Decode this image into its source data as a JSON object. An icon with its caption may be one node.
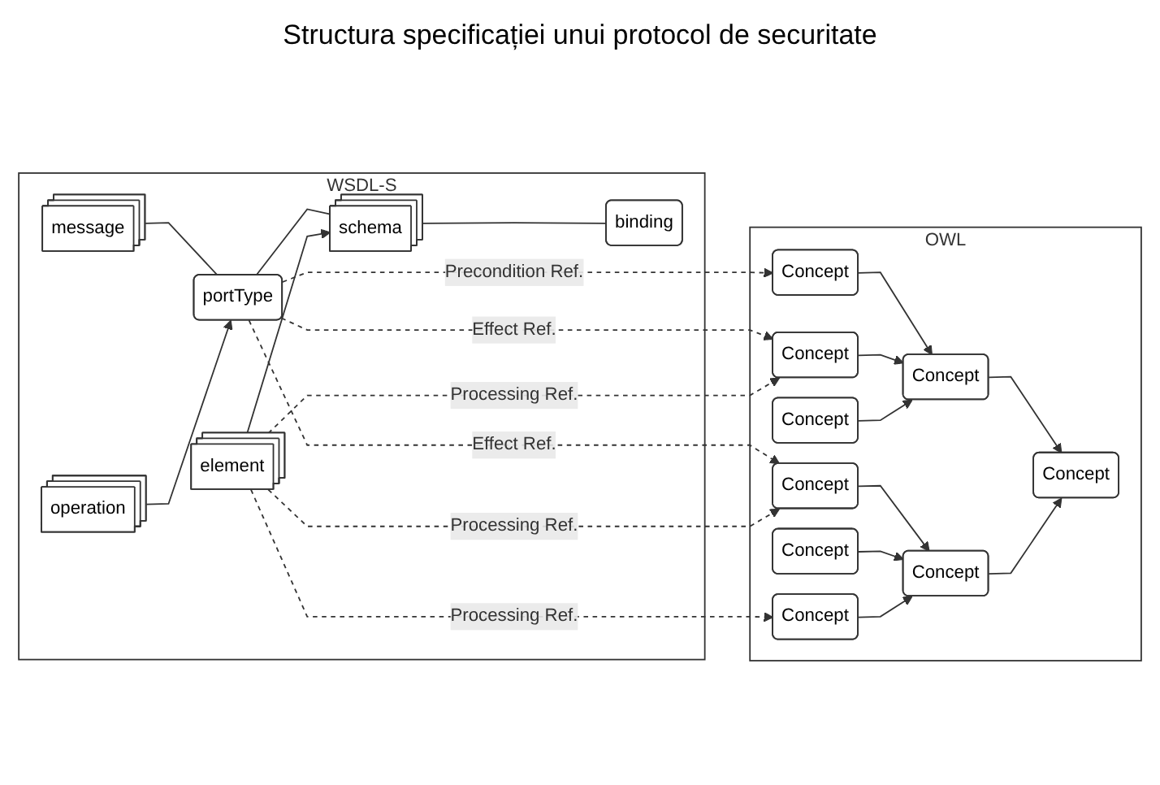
{
  "diagram": {
    "title": "Structura specificației unui protocol de securitate",
    "nodes": [
      {
        "text": [
          "WSDL-S"
        ]
      },
      {
        "text": [
          "message"
        ],
        "in": 0
      },
      {
        "text": [
          "portType"
        ],
        "in": 0
      },
      {
        "text": [
          "operation"
        ],
        "in": 0
      },
      {
        "text": [
          "schema"
        ],
        "in": 0
      },
      {
        "text": [
          "element"
        ],
        "in": 0
      },
      {
        "text": [
          "binding"
        ],
        "in": 0
      },
      {
        "text": [
          "OWL"
        ]
      },
      {
        "text": [
          "Concept"
        ],
        "in": 7
      },
      {
        "text": [
          "Concept"
        ],
        "in": 7
      },
      {
        "text": [
          "Concept"
        ],
        "in": 7
      },
      {
        "text": [
          "Concept"
        ],
        "in": 7
      },
      {
        "text": [
          "Concept"
        ],
        "in": 7
      },
      {
        "text": [
          "Concept"
        ],
        "in": 7
      },
      {
        "text": [
          "Concept"
        ],
        "in": 7
      },
      {
        "text": [
          "Concept"
        ],
        "in": 7
      },
      {
        "text": [
          "Concept"
        ],
        "in": 7
      }
    ],
    "edges": [
      {
        "from": 1,
        "to": 2,
        "arrow": "none"
      },
      {
        "from": 2,
        "to": 4,
        "arrow": "none"
      },
      {
        "from": 4,
        "to": 6,
        "arrow": "none"
      },
      {
        "from": 3,
        "to": 2,
        "arrow": "to"
      },
      {
        "from": 5,
        "to": 4,
        "arrow": "to"
      },
      {
        "from": 2,
        "to": 8,
        "arrow": "to",
        "label": "Precondition Ref.",
        "style": "dashed"
      },
      {
        "from": 2,
        "to": 9,
        "arrow": "to",
        "label": "Effect Ref.",
        "style": "dashed"
      },
      {
        "from": 2,
        "to": 11,
        "arrow": "to",
        "label": "Effect Ref.",
        "style": "dashed"
      },
      {
        "from": 5,
        "to": 9,
        "arrow": "to",
        "label": "Processing Ref.",
        "style": "dashed"
      },
      {
        "from": 5,
        "to": 11,
        "arrow": "to",
        "label": "Processing Ref.",
        "style": "dashed"
      },
      {
        "from": 5,
        "to": 13,
        "arrow": "to",
        "label": "Processing Ref.",
        "style": "dashed"
      },
      {
        "from": 8,
        "to": 14,
        "arrow": "to"
      },
      {
        "from": 9,
        "to": 14,
        "arrow": "to"
      },
      {
        "from": 10,
        "to": 14,
        "arrow": "to"
      },
      {
        "from": 11,
        "to": 15,
        "arrow": "to"
      },
      {
        "from": 12,
        "to": 15,
        "arrow": "to"
      },
      {
        "from": 13,
        "to": 15,
        "arrow": "to"
      },
      {
        "from": 14,
        "to": 16,
        "arrow": "to"
      },
      {
        "from": 15,
        "to": 16,
        "arrow": "to"
      }
    ]
  }
}
